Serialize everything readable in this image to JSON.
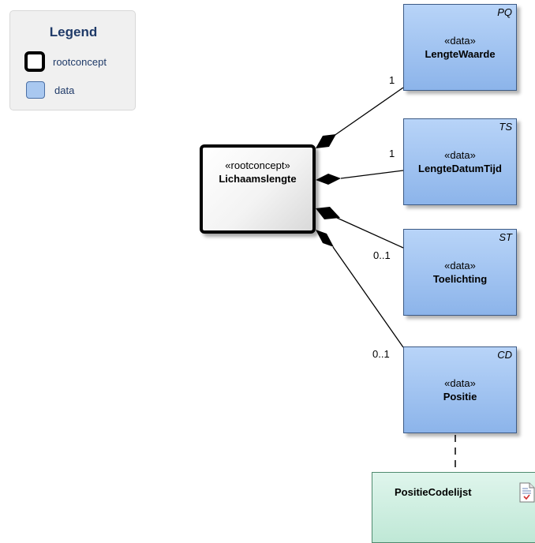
{
  "legend": {
    "title": "Legend",
    "items": [
      {
        "label": "rootconcept"
      },
      {
        "label": "data"
      }
    ]
  },
  "root": {
    "stereotype": "«rootconcept»",
    "name": "Lichaamslengte"
  },
  "data_nodes": [
    {
      "type": "PQ",
      "stereotype": "«data»",
      "name": "LengteWaarde",
      "multiplicity": "1"
    },
    {
      "type": "TS",
      "stereotype": "«data»",
      "name": "LengteDatumTijd",
      "multiplicity": "1"
    },
    {
      "type": "ST",
      "stereotype": "«data»",
      "name": "Toelichting",
      "multiplicity": "0..1"
    },
    {
      "type": "CD",
      "stereotype": "«data»",
      "name": "Positie",
      "multiplicity": "0..1"
    }
  ],
  "codelist": {
    "name": "PositieCodelijst"
  },
  "colors": {
    "data_fill": "#a9c8f0",
    "codelist_fill": "#d2efe2",
    "legend_text": "#1f3a68"
  }
}
